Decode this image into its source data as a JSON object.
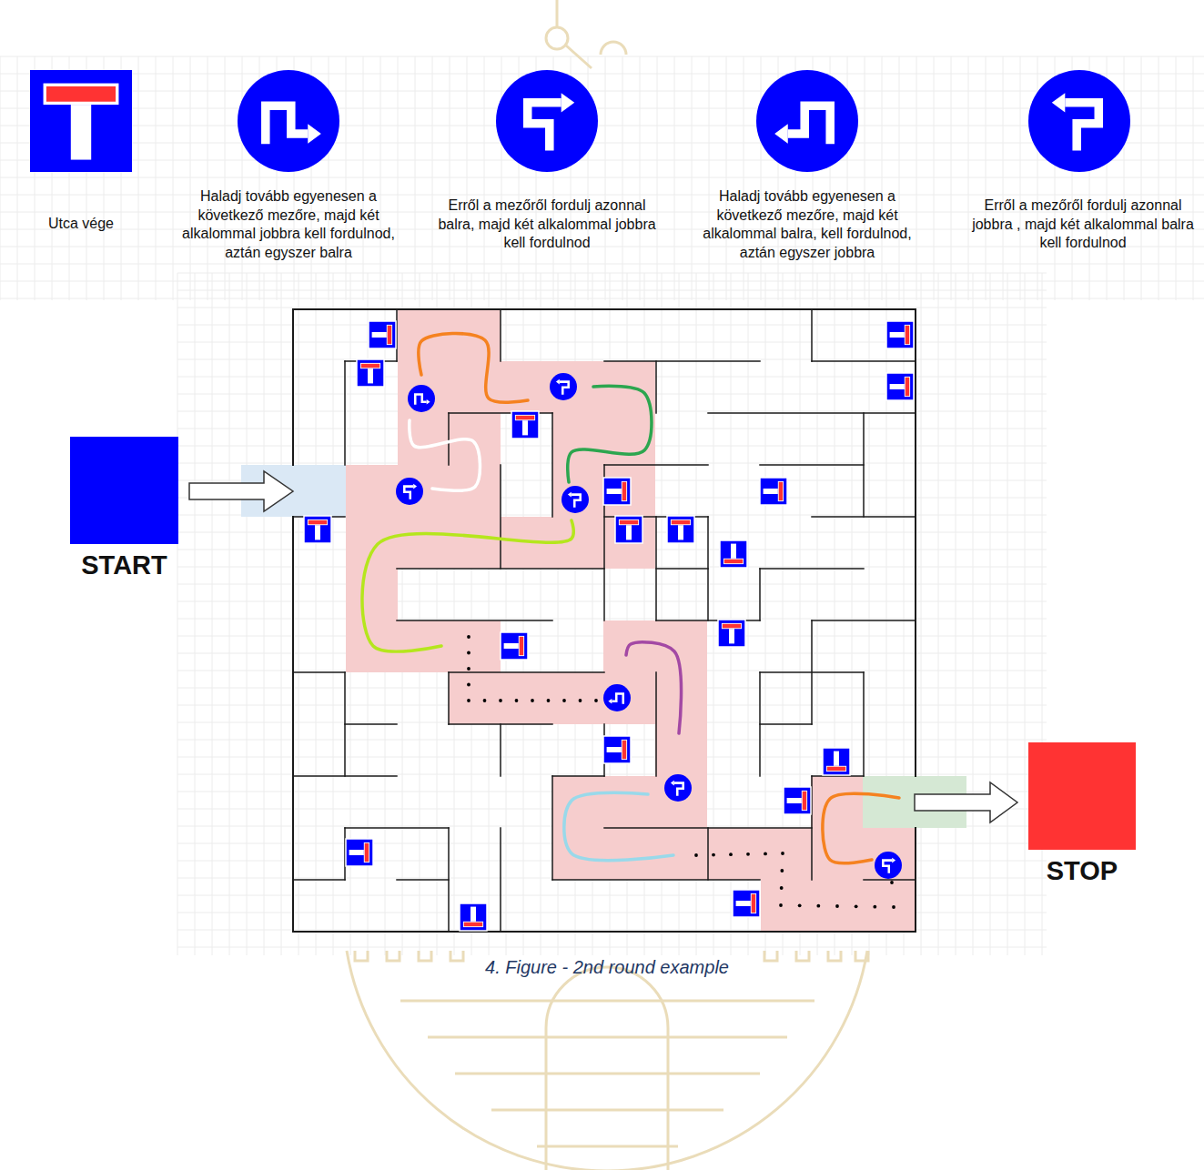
{
  "diagram": {
    "caption": "4. Figure - 2nd round example",
    "nodes": [
      {
        "text": [
          "START"
        ]
      },
      {
        "text": [
          "STOP"
        ]
      }
    ],
    "legend": [
      {
        "text": "Utca vége"
      },
      {
        "text": "Haladj tovább egyenesen a következő mezőre, majd két alkalommal jobbra kell fordulnod, aztán egyszer balra"
      },
      {
        "text": "Erről a mezőről fordulj azonnal balra, majd két alkalommal jobbra kell fordulnod"
      },
      {
        "text": "Haladj tovább egyenesen a következő mezőre, majd két alkalommal balra, kell fordulnod, aztán egyszer jobbra"
      },
      {
        "text": "Erről a mezőről fordulj azonnal jobbra , majd két alkalommal balra kell fordulnod"
      }
    ]
  }
}
